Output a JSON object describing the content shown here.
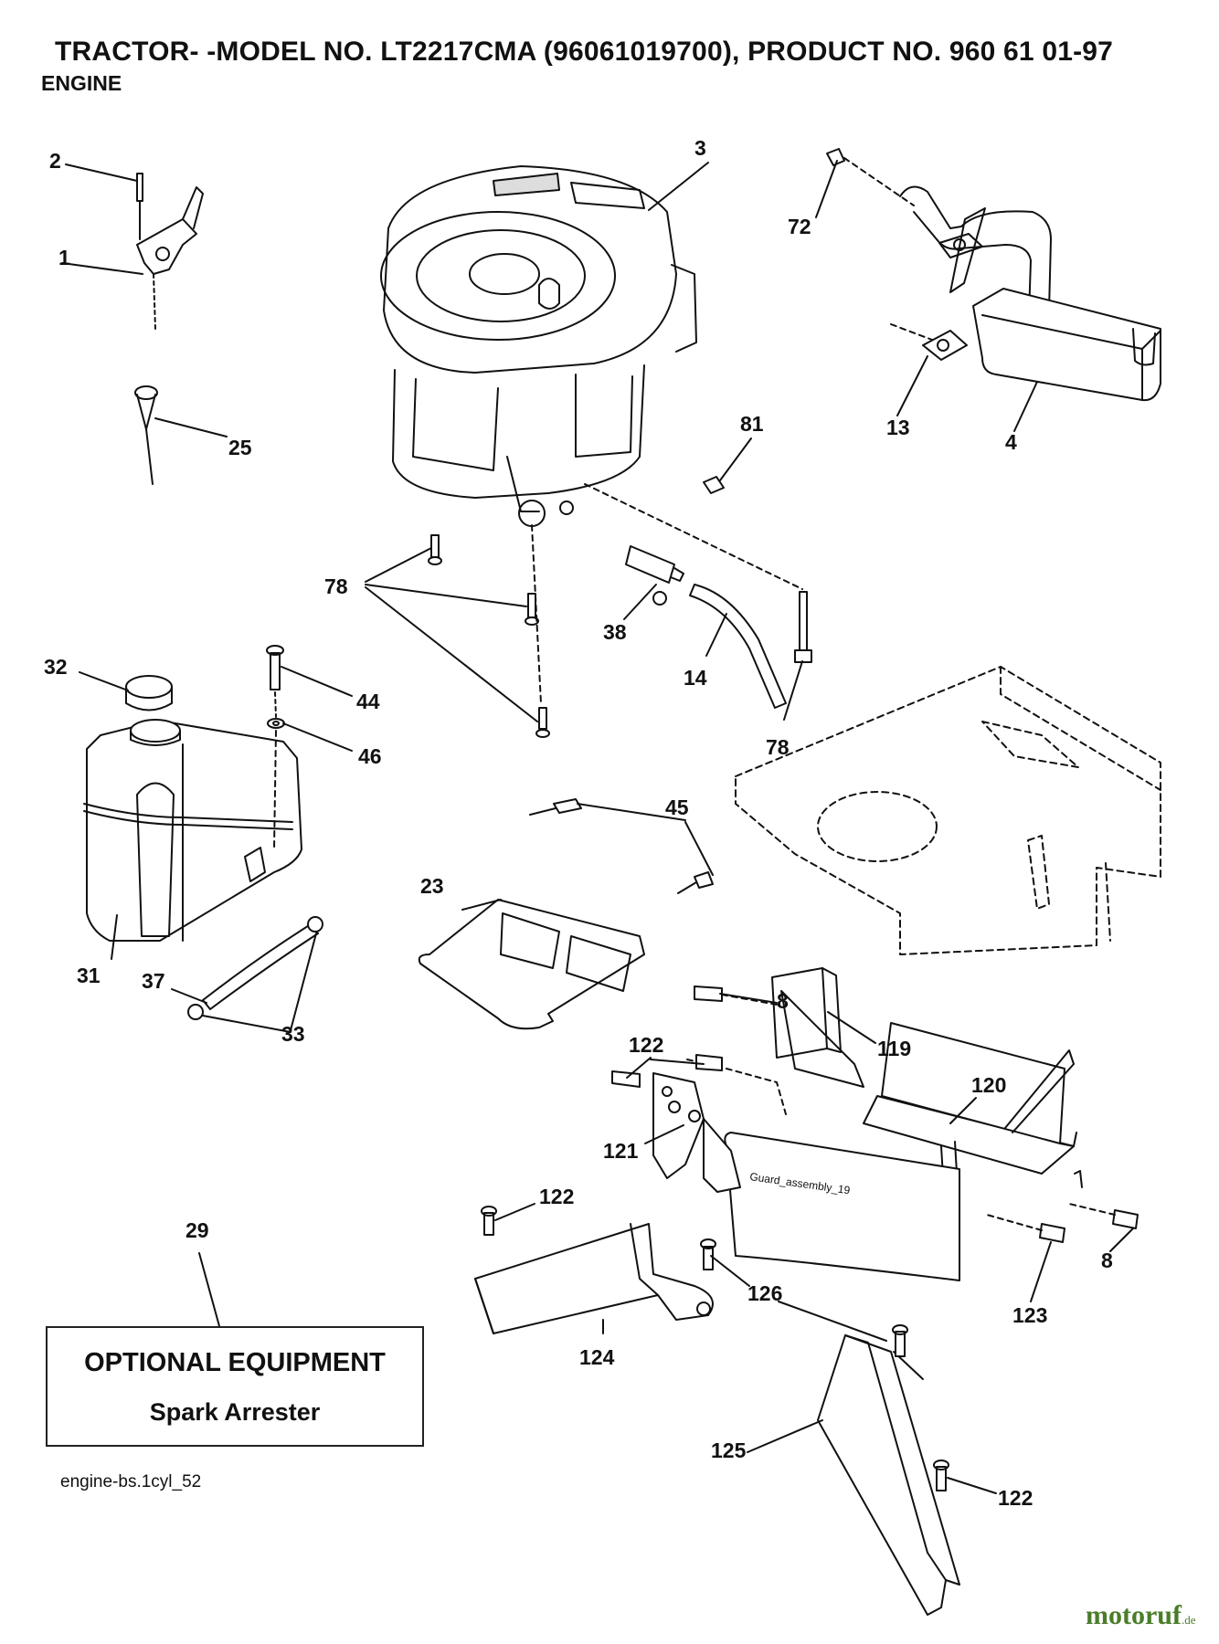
{
  "header": {
    "title": "TRACTOR- -MODEL NO. LT2217CMA (96061019700), PRODUCT NO. 960 61 01-97",
    "subtitle": "ENGINE"
  },
  "callouts": [
    "1",
    "2",
    "3",
    "4",
    "8",
    "8",
    "13",
    "14",
    "23",
    "25",
    "29",
    "31",
    "32",
    "33",
    "37",
    "38",
    "44",
    "45",
    "46",
    "72",
    "78",
    "78",
    "81",
    "119",
    "120",
    "121",
    "122",
    "122",
    "122",
    "123",
    "124",
    "125",
    "126"
  ],
  "optional_box": {
    "heading": "OPTIONAL EQUIPMENT",
    "item": "Spark Arrester"
  },
  "part_stamp": "Guard_assembly_19",
  "drawing_id": "engine-bs.1cyl_52",
  "brand": {
    "name": "motoruf",
    "tld": ".de",
    "color": "#4a7d2a"
  }
}
